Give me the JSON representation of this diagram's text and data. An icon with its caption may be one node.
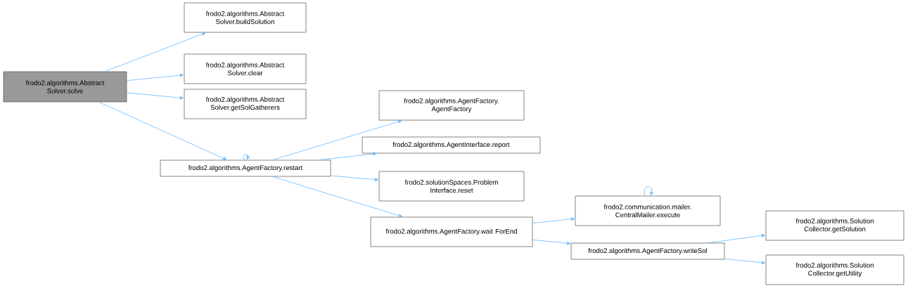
{
  "diagram": {
    "nodes": [
      {
        "text": [
          "frodo2.algorithms.Abstract Solver.solve"
        ]
      },
      {
        "text": [
          "frodo2.algorithms.Abstract Solver.buildSolution"
        ]
      },
      {
        "text": [
          "frodo2.algorithms.Abstract Solver.clear"
        ]
      },
      {
        "text": [
          "frodo2.algorithms.Abstract Solver.getSolGatherers"
        ]
      },
      {
        "text": [
          "frodo2.algorithms.AgentFactory.restart"
        ]
      },
      {
        "text": [
          "frodo2.algorithms.AgentFactory. AgentFactory"
        ]
      },
      {
        "text": [
          "frodo2.algorithms.AgentInterface.report"
        ]
      },
      {
        "text": [
          "frodo2.solutionSpaces.Problem Interface.reset"
        ]
      },
      {
        "text": [
          "frodo2.algorithms.AgentFactory.wait ForEnd"
        ]
      },
      {
        "text": [
          "frodo2.communication.mailer. CentralMailer.execute"
        ]
      },
      {
        "text": [
          "frodo2.algorithms.AgentFactory.writeSol"
        ]
      },
      {
        "text": [
          "frodo2.algorithms.Solution Collector.getSolution"
        ]
      },
      {
        "text": [
          "frodo2.algorithms.Solution Collector.getUtility"
        ]
      }
    ],
    "edges": [
      {
        "from": 0,
        "to": 1,
        "arrow": "to"
      },
      {
        "from": 0,
        "to": 2,
        "arrow": "to"
      },
      {
        "from": 0,
        "to": 3,
        "arrow": "to"
      },
      {
        "from": 0,
        "to": 4,
        "arrow": "to"
      },
      {
        "from": 4,
        "to": 4,
        "arrow": "to"
      },
      {
        "from": 4,
        "to": 5,
        "arrow": "to"
      },
      {
        "from": 4,
        "to": 6,
        "arrow": "to"
      },
      {
        "from": 4,
        "to": 7,
        "arrow": "to"
      },
      {
        "from": 4,
        "to": 8,
        "arrow": "to"
      },
      {
        "from": 8,
        "to": 9,
        "arrow": "to"
      },
      {
        "from": 9,
        "to": 9,
        "arrow": "to"
      },
      {
        "from": 8,
        "to": 10,
        "arrow": "to"
      },
      {
        "from": 10,
        "to": 11,
        "arrow": "to"
      },
      {
        "from": 10,
        "to": 12,
        "arrow": "to"
      }
    ]
  }
}
